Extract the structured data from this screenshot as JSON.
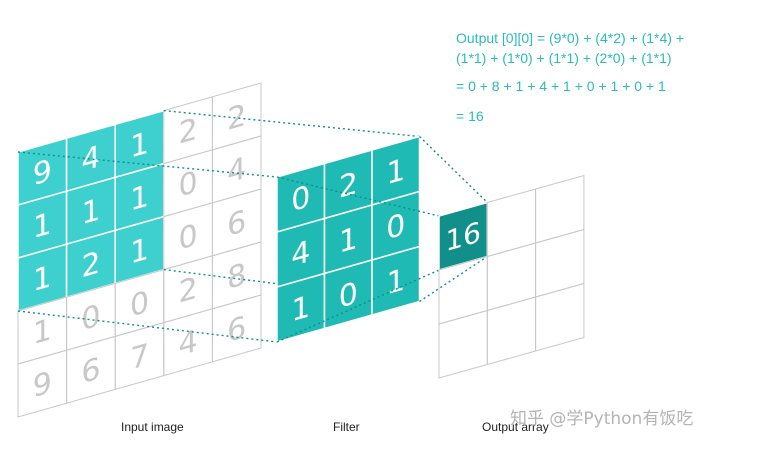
{
  "formula": {
    "line1": "Output [0][0] = (9*0) + (4*2) + (1*4) +",
    "line2": "(1*1) + (1*0) + (1*1) + (2*0) + (1*1)",
    "line3": "= 0 + 8 + 1 + 4 + 1 + 0 + 1 + 0 + 1",
    "line4": "= 16"
  },
  "input_image": {
    "caption": "Input image",
    "rows": [
      [
        "9",
        "4",
        "1",
        "2",
        "2"
      ],
      [
        "1",
        "1",
        "1",
        "0",
        "4"
      ],
      [
        "1",
        "2",
        "1",
        "0",
        "6"
      ],
      [
        "1",
        "0",
        "0",
        "2",
        "8"
      ],
      [
        "9",
        "6",
        "7",
        "4",
        "6"
      ]
    ]
  },
  "filter": {
    "caption": "Filter",
    "rows": [
      [
        "0",
        "2",
        "1"
      ],
      [
        "4",
        "1",
        "0"
      ],
      [
        "1",
        "0",
        "1"
      ]
    ]
  },
  "output_array": {
    "caption": "Output array",
    "value": "16"
  },
  "watermark": "知乎 @学Python有饭吃",
  "colors": {
    "accent": "#3ecfcf",
    "filter": "#1fbab4",
    "output": "#118f8a",
    "grid_line": "#c8c8c8",
    "faded_text": "#c8c8c8"
  }
}
